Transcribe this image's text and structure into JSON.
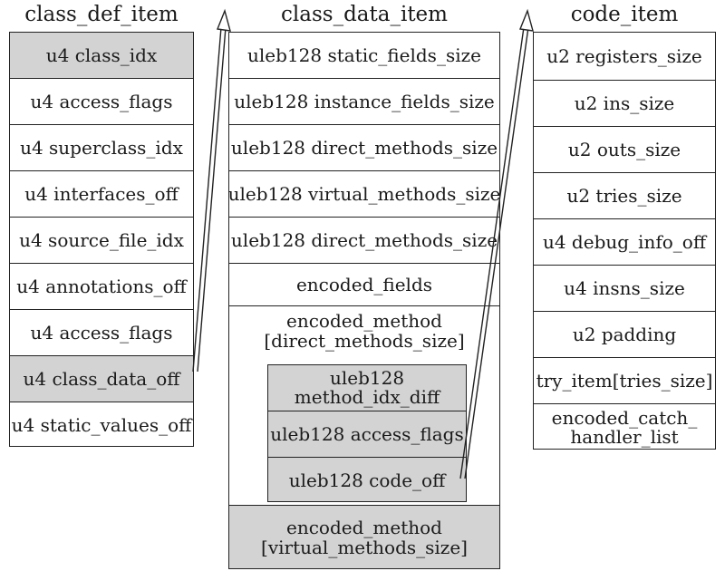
{
  "titles": {
    "class_def_item": "class_def_item",
    "class_data_item": "class_data_item",
    "code_item": "code_item"
  },
  "class_def_item": [
    "u4 class_idx",
    "u4 access_flags",
    "u4 superclass_idx",
    "u4 interfaces_off",
    "u4 source_file_idx",
    "u4 annotations_off",
    "u4 access_flags",
    "u4 class_data_off",
    "u4 static_values_off"
  ],
  "class_data_item": {
    "rows": [
      "uleb128 static_fields_size",
      "uleb128 instance_fields_size",
      "uleb128 direct_methods_size",
      "uleb128 virtual_methods_size",
      "uleb128 direct_methods_size",
      "encoded_fields"
    ],
    "direct_method": {
      "line1": "encoded_method",
      "line2": "[direct_methods_size]",
      "inner": {
        "method_idx_line1": "uleb128",
        "method_idx_line2": "method_idx_diff",
        "access_flags": "uleb128 access_flags",
        "code_off": "uleb128 code_off"
      }
    },
    "virtual_method": {
      "line1": "encoded_method",
      "line2": "[virtual_methods_size]"
    }
  },
  "code_item": [
    "u2 registers_size",
    "u2 ins_size",
    "u2 outs_size",
    "u2 tries_size",
    "u4 debug_info_off",
    "u4 insns_size",
    "u2 padding",
    "try_item[tries_size]"
  ],
  "code_item_last": {
    "line1": "encoded_catch_",
    "line2": "handler_list"
  },
  "colors": {
    "shaded": "#d3d3d3",
    "border": "#222222"
  }
}
